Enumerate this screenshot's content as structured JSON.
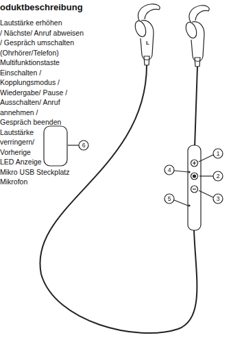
{
  "diagram": {
    "title": "oduktbeschreibung",
    "labels": [
      "Lautstärke erhöhen",
      "/ Nächste/ Anruf abweisen",
      "/ Gespräch umschalten",
      "(Ohrhörer/Telefon)",
      "Multifunktionstaste",
      "Einschalten /",
      "Kopplungsmodus /",
      "Wiedergabe/ Pause /",
      "Ausschalten/ Anruf",
      "annehmen /",
      "Gespräch beenden",
      "Lautstärke",
      "verringern/",
      "Vorherige",
      "LED Anzeige",
      "Mikro USB Steckplatz",
      "Mikrofon",
      "1",
      "2",
      "3",
      "4",
      "5",
      "6",
      "L"
    ]
  }
}
